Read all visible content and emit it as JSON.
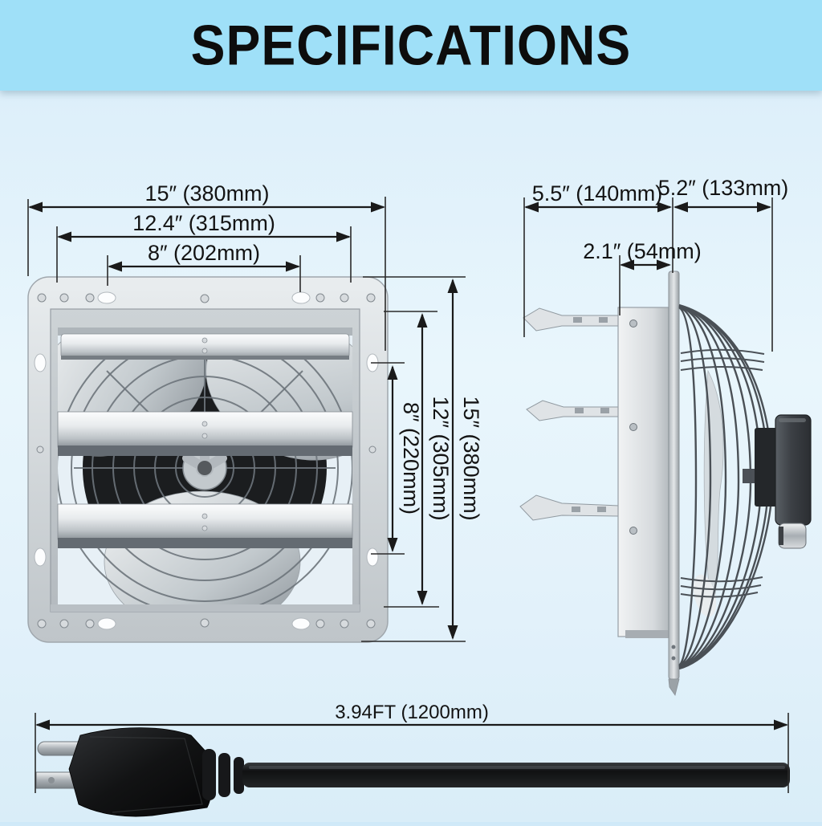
{
  "header": {
    "title": "SPECIFICATIONS"
  },
  "views": {
    "front": {
      "label": "shutter exhaust fan front view",
      "dims": {
        "width_outer": "15″ (380mm)",
        "width_mount_holes": "12.4″ (315mm)",
        "width_inner_mount": "8″ (202mm)",
        "height_inner_mount": "8″ (220mm)",
        "height_mount_holes": "12″ (305mm)",
        "height_outer": "15″ (380mm)"
      }
    },
    "side": {
      "label": "shutter exhaust fan side view",
      "dims": {
        "shutter_depth": "5.5″ (140mm)",
        "frame_depth": "2.1″ (54mm)",
        "guard_motor_depth": "5.2″ (133mm)"
      }
    },
    "power_cord": {
      "length": "3.94FT (1200mm)"
    }
  },
  "colors": {
    "header_bg": "#9fe0f8",
    "background_top": "#cfe9f8",
    "background_mid": "#e9f6fc",
    "dimension_ink": "#1a1a1a",
    "metal_light": "#eceef0",
    "metal_mid": "#c7ccd0",
    "metal_dark": "#8f969c",
    "cord_black": "#141414"
  }
}
